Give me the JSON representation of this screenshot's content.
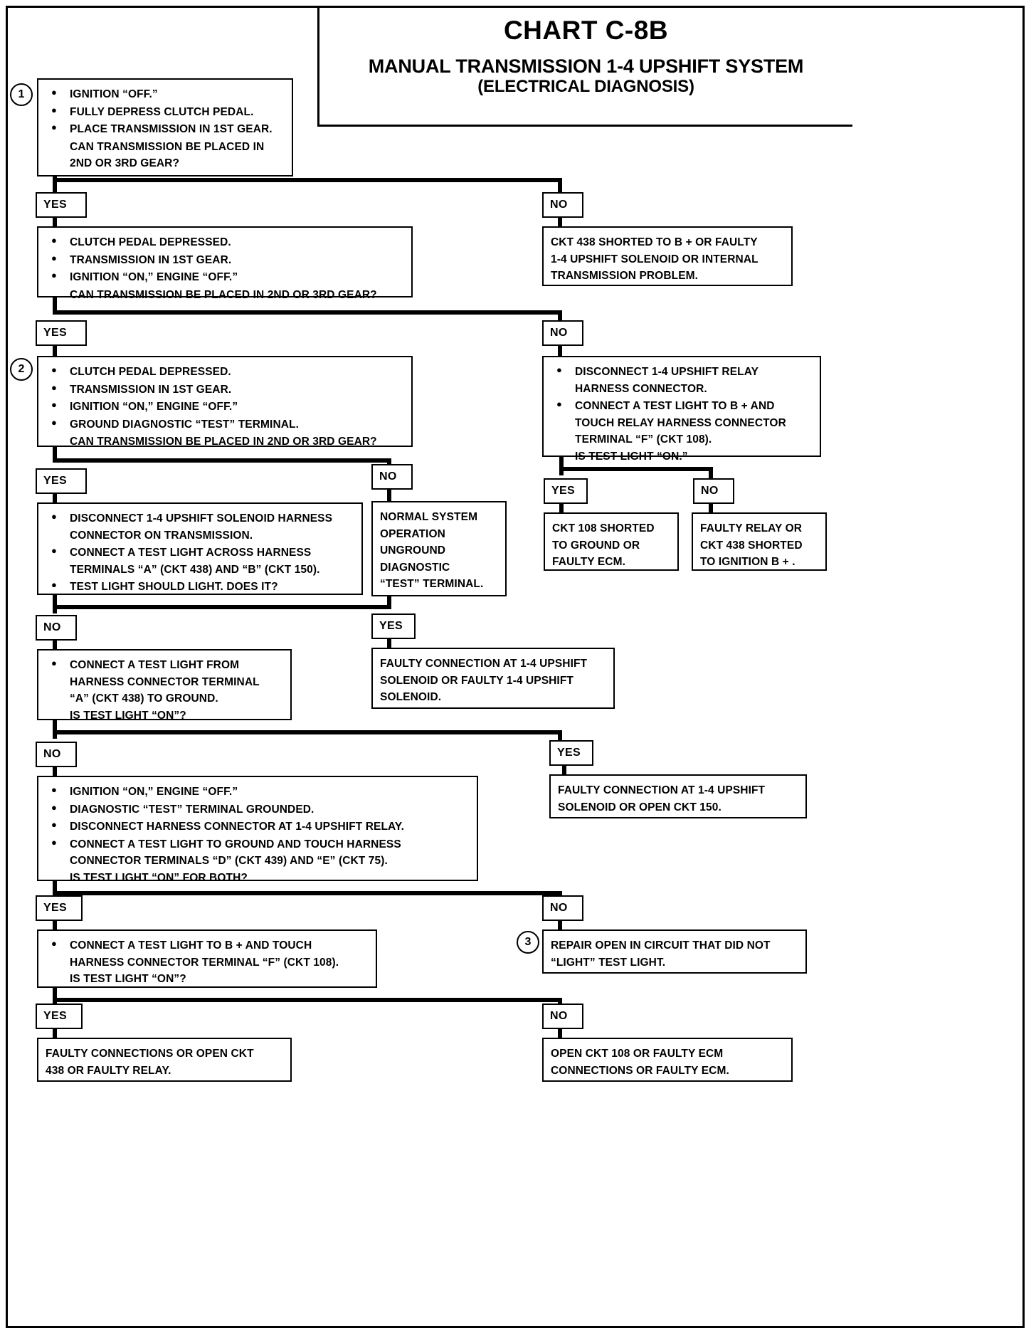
{
  "header": {
    "chart_id": "CHART C-8B",
    "title": "MANUAL TRANSMISSION 1-4 UPSHIFT SYSTEM",
    "subtitle": "(ELECTRICAL DIAGNOSIS)"
  },
  "labels": {
    "yes": "YES",
    "no": "NO",
    "step1": "1",
    "step2": "2",
    "step3": "3"
  },
  "nodes": {
    "n1": {
      "bullets": [
        "IGNITION “OFF.”",
        "FULLY DEPRESS CLUTCH PEDAL.",
        "PLACE TRANSMISSION IN 1ST GEAR."
      ],
      "question": "CAN TRANSMISSION BE PLACED IN\n2ND OR 3RD GEAR?"
    },
    "n1_no": {
      "text": "CKT 438 SHORTED TO B + OR FAULTY\n1-4 UPSHIFT SOLENOID OR INTERNAL\nTRANSMISSION PROBLEM."
    },
    "n2": {
      "bullets": [
        "CLUTCH PEDAL DEPRESSED.",
        "TRANSMISSION IN 1ST GEAR.",
        "IGNITION “ON,” ENGINE “OFF.”"
      ],
      "question": "CAN TRANSMISSION BE PLACED IN 2ND OR 3RD GEAR?"
    },
    "n2_no": {
      "bullets": [
        "DISCONNECT 1-4 UPSHIFT RELAY\nHARNESS CONNECTOR.",
        "CONNECT A TEST LIGHT TO B + AND\nTOUCH RELAY HARNESS CONNECTOR\nTERMINAL “F” (CKT 108).\nIS TEST LIGHT “ON.”"
      ]
    },
    "n3": {
      "bullets": [
        "CLUTCH PEDAL DEPRESSED.",
        "TRANSMISSION IN 1ST GEAR.",
        "IGNITION “ON,” ENGINE “OFF.”",
        "GROUND DIAGNOSTIC “TEST” TERMINAL."
      ],
      "question": "CAN TRANSMISSION BE PLACED IN 2ND OR 3RD GEAR?"
    },
    "relay_yes": {
      "text": "CKT 108 SHORTED\nTO GROUND OR\nFAULTY ECM."
    },
    "relay_no": {
      "text": "FAULTY RELAY OR\nCKT 438 SHORTED\nTO IGNITION B + ."
    },
    "n4": {
      "bullets": [
        "DISCONNECT 1-4 UPSHIFT SOLENOID HARNESS\nCONNECTOR ON TRANSMISSION.",
        "CONNECT A TEST LIGHT ACROSS HARNESS\nTERMINALS “A” (CKT 438) AND “B” (CKT 150).",
        "TEST LIGHT SHOULD LIGHT.  DOES IT?"
      ]
    },
    "n4_no_normal": {
      "text": "NORMAL SYSTEM\nOPERATION\nUNGROUND\nDIAGNOSTIC\n“TEST” TERMINAL."
    },
    "n5": {
      "bullets": [
        "CONNECT A TEST LIGHT FROM\nHARNESS CONNECTOR TERMINAL\n“A” (CKT 438) TO GROUND.\nIS TEST LIGHT “ON”?"
      ]
    },
    "n5_yes_faulty": {
      "text": "FAULTY CONNECTION AT 1-4 UPSHIFT\nSOLENOID OR FAULTY 1-4 UPSHIFT\nSOLENOID."
    },
    "n6": {
      "bullets": [
        "IGNITION “ON,” ENGINE “OFF.”",
        "DIAGNOSTIC “TEST” TERMINAL GROUNDED.",
        "DISCONNECT HARNESS CONNECTOR AT 1-4 UPSHIFT RELAY.",
        "CONNECT A TEST LIGHT TO GROUND AND TOUCH HARNESS\nCONNECTOR TERMINALS “D” (CKT 439) AND “E” (CKT 75).\nIS TEST LIGHT “ON” FOR BOTH?"
      ]
    },
    "n6_yes_faulty": {
      "text": "FAULTY CONNECTION AT 1-4 UPSHIFT\nSOLENOID OR OPEN CKT 150."
    },
    "n7": {
      "bullets": [
        "CONNECT A TEST LIGHT TO B + AND TOUCH\nHARNESS CONNECTOR TERMINAL “F” (CKT 108).\nIS TEST LIGHT “ON”?"
      ]
    },
    "n7_repair": {
      "text": "REPAIR OPEN IN CIRCUIT THAT DID NOT\n“LIGHT” TEST LIGHT."
    },
    "final_yes": {
      "text": "FAULTY CONNECTIONS OR OPEN CKT\n438 OR FAULTY RELAY."
    },
    "final_no": {
      "text": "OPEN CKT 108 OR FAULTY ECM\nCONNECTIONS OR FAULTY ECM."
    }
  }
}
